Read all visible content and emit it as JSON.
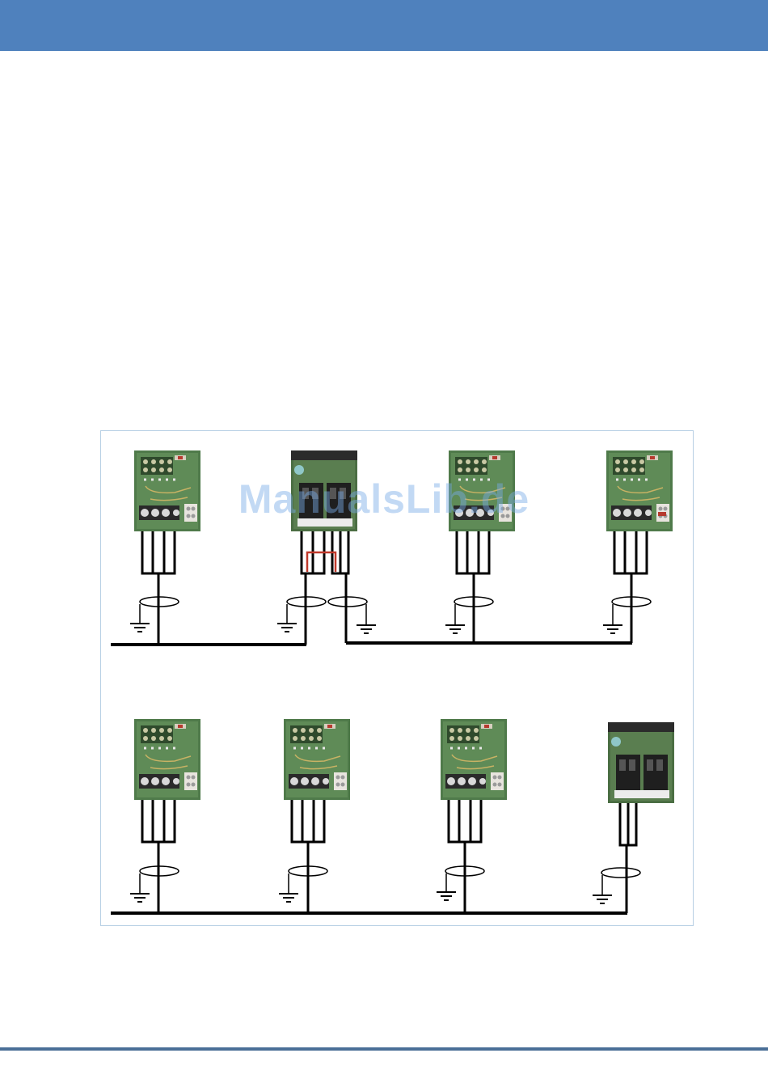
{
  "watermark": {
    "text": "ManualsLib.de"
  },
  "colors": {
    "header": "#4f81bd",
    "footer_rule": "#4a6f97",
    "figure_border": "#b7cfe4",
    "pcb": "#4f7a4a",
    "wire": "#000000",
    "jumper": "#c0392b"
  },
  "figure": {
    "rows": [
      {
        "modules": [
          "terminal-module",
          "connector-module",
          "terminal-module",
          "terminal-module"
        ]
      },
      {
        "modules": [
          "terminal-module",
          "terminal-module",
          "terminal-module",
          "connector-module"
        ]
      }
    ]
  }
}
